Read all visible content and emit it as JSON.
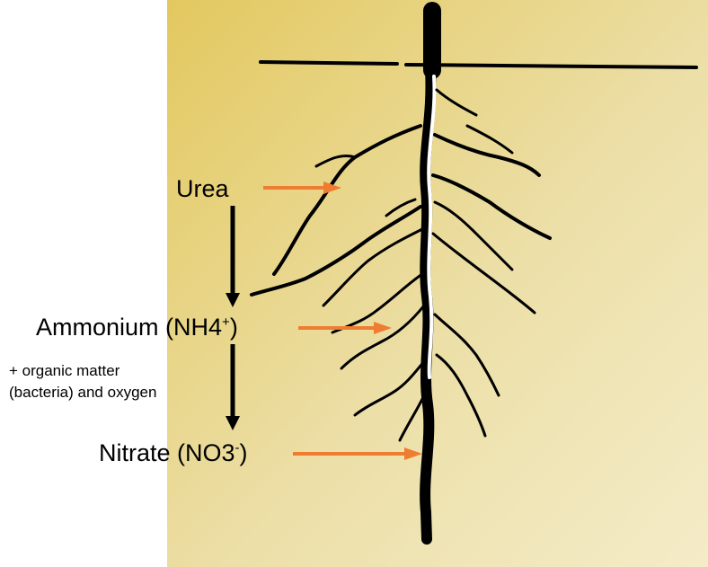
{
  "diagram": {
    "urea": "Urea",
    "ammonium": "Ammonium (NH4",
    "ammonium_charge": "+",
    "ammonium_close": ")",
    "conditions_line1": "+ organic matter",
    "conditions_line2": "(bacteria) and oxygen",
    "nitrate": "Nitrate (NO3",
    "nitrate_charge": "-",
    "nitrate_close": ")"
  },
  "colors": {
    "panel_gradient_start": "#e3c85f",
    "panel_gradient_end": "#f3ebc8",
    "arrow_orange": "#ee7d31",
    "flow_arrow": "#000000",
    "root": "#000000",
    "root_highlight": "#ffffff"
  },
  "icons": {
    "root_drawing": "plant-root-icon",
    "uptake_arrow": "arrow-right-icon",
    "flow_arrow": "arrow-down-icon"
  }
}
